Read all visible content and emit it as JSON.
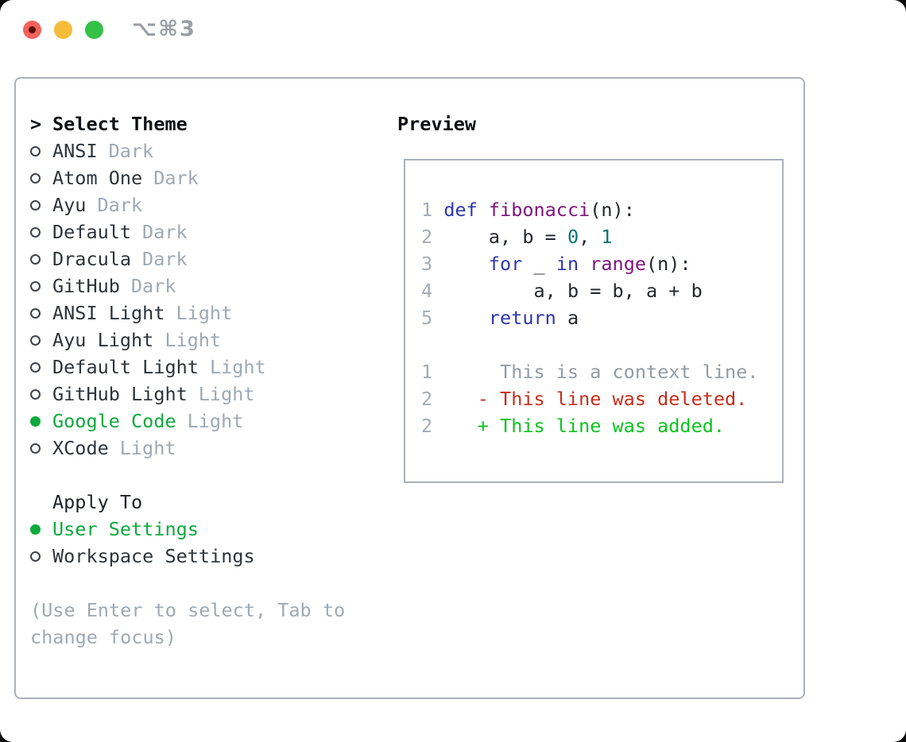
{
  "window": {
    "title_shortcut": "⌥⌘3",
    "traffic_lights": [
      "close",
      "minimize",
      "zoom"
    ]
  },
  "theme_panel": {
    "prompt": ">",
    "header": "Select Theme",
    "items": [
      {
        "name": "ANSI",
        "tag": "Dark",
        "selected": false
      },
      {
        "name": "Atom One",
        "tag": "Dark",
        "selected": false
      },
      {
        "name": "Ayu",
        "tag": "Dark",
        "selected": false
      },
      {
        "name": "Default",
        "tag": "Dark",
        "selected": false
      },
      {
        "name": "Dracula",
        "tag": "Dark",
        "selected": false
      },
      {
        "name": "GitHub",
        "tag": "Dark",
        "selected": false
      },
      {
        "name": "ANSI Light",
        "tag": "Light",
        "selected": false
      },
      {
        "name": "Ayu Light",
        "tag": "Light",
        "selected": false
      },
      {
        "name": "Default Light",
        "tag": "Light",
        "selected": false
      },
      {
        "name": "GitHub Light",
        "tag": "Light",
        "selected": false
      },
      {
        "name": "Google Code",
        "tag": "Light",
        "selected": true
      },
      {
        "name": "XCode",
        "tag": "Light",
        "selected": false
      }
    ],
    "apply_to": {
      "header": "Apply To",
      "options": [
        {
          "name": "User Settings",
          "selected": true
        },
        {
          "name": "Workspace Settings",
          "selected": false
        }
      ]
    },
    "help_lines": [
      "(Use Enter to select, Tab to",
      "change focus)"
    ]
  },
  "preview": {
    "header": "Preview",
    "code_lines": [
      {
        "num": "1",
        "segments": [
          {
            "t": "def",
            "c": "keyword"
          },
          {
            "t": " ",
            "c": "plain"
          },
          {
            "t": "fibonacci",
            "c": "function"
          },
          {
            "t": "(n):",
            "c": "plain"
          }
        ]
      },
      {
        "num": "2",
        "segments": [
          {
            "t": "    a, b = ",
            "c": "plain"
          },
          {
            "t": "0",
            "c": "number"
          },
          {
            "t": ", ",
            "c": "plain"
          },
          {
            "t": "1",
            "c": "number"
          }
        ]
      },
      {
        "num": "3",
        "segments": [
          {
            "t": "    ",
            "c": "plain"
          },
          {
            "t": "for",
            "c": "keyword"
          },
          {
            "t": " _ ",
            "c": "plain"
          },
          {
            "t": "in",
            "c": "keyword"
          },
          {
            "t": " ",
            "c": "plain"
          },
          {
            "t": "range",
            "c": "function"
          },
          {
            "t": "(n):",
            "c": "plain"
          }
        ]
      },
      {
        "num": "4",
        "segments": [
          {
            "t": "        a, b = b, a + b",
            "c": "plain"
          }
        ]
      },
      {
        "num": "5",
        "segments": [
          {
            "t": "    ",
            "c": "plain"
          },
          {
            "t": "return",
            "c": "keyword"
          },
          {
            "t": " a",
            "c": "plain"
          }
        ]
      }
    ],
    "diff_lines": [
      {
        "num": "1",
        "marker": " ",
        "text": "This is a context line.",
        "type": "context"
      },
      {
        "num": "2",
        "marker": "-",
        "text": "This line was deleted.",
        "type": "deleted"
      },
      {
        "num": "2",
        "marker": "+",
        "text": "This line was added.",
        "type": "added"
      }
    ]
  },
  "colors": {
    "selected_green": "#0caa3c",
    "keyword_blue": "#2d35af",
    "function_purple": "#7d147d",
    "number_teal": "#0d7373",
    "deleted_red": "#c62d1a",
    "added_green": "#0ac31e",
    "muted_gray": "#9fa9b3",
    "border_gray": "#a9b1ba",
    "text_dark": "#2e333a",
    "traffic_red": "#f2615a",
    "traffic_yellow": "#f7bb3a",
    "traffic_green": "#35c148"
  }
}
